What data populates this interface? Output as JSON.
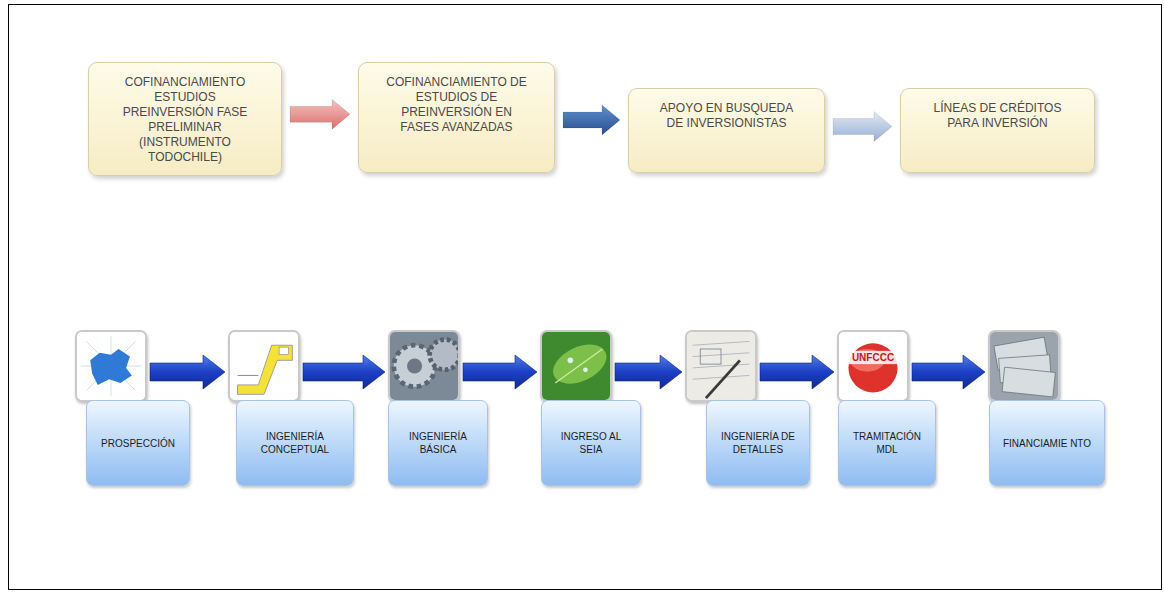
{
  "diagram": {
    "nodes": [
      {
        "text": [
          "COFINANCIAMIENTO ESTUDIOS PREINVERSIÓN FASE PRELIMINAR (INSTRUMENTO TODOCHILE)"
        ]
      },
      {
        "text": [
          "COFINANCIAMIENTO DE ESTUDIOS DE PREINVERSIÓN EN FASES AVANZADAS"
        ]
      },
      {
        "text": [
          "APOYO EN BUSQUEDA DE INVERSIONISTAS"
        ]
      },
      {
        "text": [
          "LÍNEAS DE CRÉDITOS PARA INVERSIÓN"
        ]
      },
      {
        "text": [
          "PROSPECCIÓN"
        ]
      },
      {
        "text": [
          "INGENIERÍA CONCEPTUAL"
        ]
      },
      {
        "text": [
          "INGENIERÍA BÁSICA"
        ]
      },
      {
        "text": [
          "INGRESO AL SEIA"
        ]
      },
      {
        "text": [
          "INGENIERÍA DE DETALLES"
        ]
      },
      {
        "text": [
          "TRAMITACIÓN MDL"
        ]
      },
      {
        "text": [
          "FINANCIAMIE NTO"
        ]
      }
    ],
    "edges": [
      {
        "from": 0,
        "to": 1,
        "arrow": "to"
      },
      {
        "from": 1,
        "to": 2,
        "arrow": "to"
      },
      {
        "from": 2,
        "to": 3,
        "arrow": "to"
      },
      {
        "from": 4,
        "to": 5,
        "arrow": "to"
      },
      {
        "from": 5,
        "to": 6,
        "arrow": "to"
      },
      {
        "from": 6,
        "to": 7,
        "arrow": "to"
      },
      {
        "from": 7,
        "to": 8,
        "arrow": "to"
      },
      {
        "from": 8,
        "to": 9,
        "arrow": "to"
      },
      {
        "from": 9,
        "to": 10,
        "arrow": "to"
      }
    ],
    "labels": [
      "UNFCCC"
    ]
  }
}
